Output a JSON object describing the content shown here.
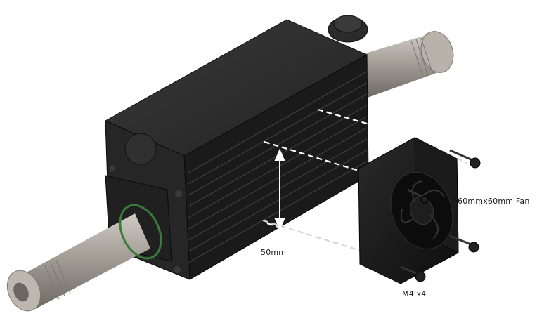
{
  "labels": {
    "fan": "60mmx60mm Fan",
    "spacing": "50mm",
    "screws": "M4 x4"
  },
  "colors": {
    "housing": "#1c1c1c",
    "shaft": "#9a958e",
    "guide_line": "#d9d9d9",
    "arrow": "#ffffff"
  }
}
